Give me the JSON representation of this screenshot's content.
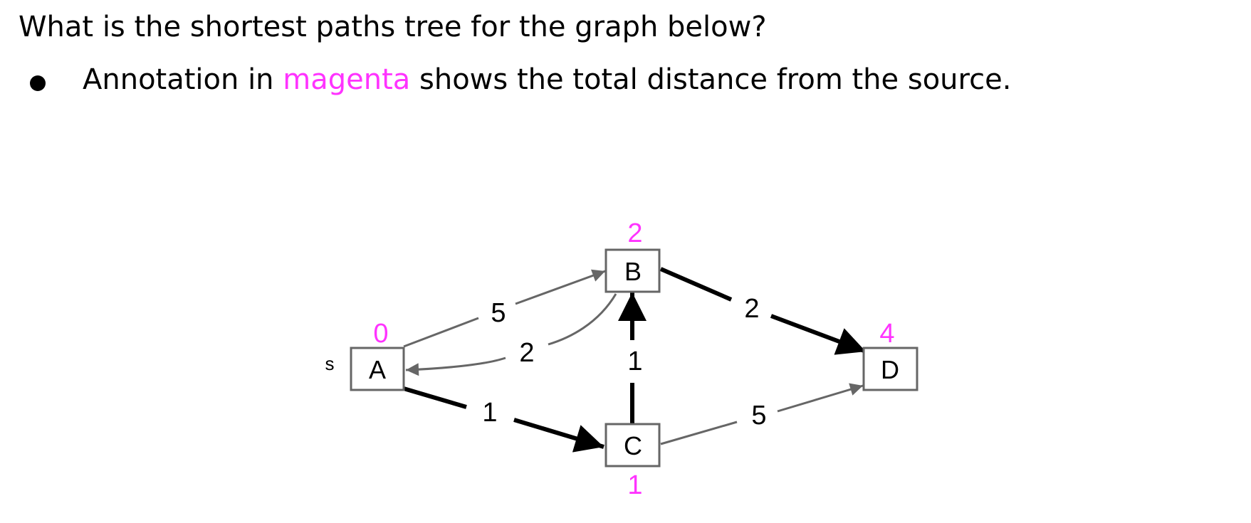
{
  "question": "What is the shortest paths tree for the graph below?",
  "bullet": {
    "before": "Annotation in",
    "highlight": "magenta",
    "after": "shows the total distance from the source."
  },
  "colors": {
    "magenta": "#ff33ff",
    "tree_edge": "#000000",
    "other_edge": "#666666",
    "node_border": "#666666"
  },
  "graph": {
    "source_marker": "s",
    "nodes": {
      "A": {
        "label": "A",
        "distance": "0"
      },
      "B": {
        "label": "B",
        "distance": "2"
      },
      "C": {
        "label": "C",
        "distance": "1"
      },
      "D": {
        "label": "D",
        "distance": "4"
      }
    },
    "edges": {
      "A_B": {
        "from": "A",
        "to": "B",
        "weight": "5",
        "in_tree": false
      },
      "B_A": {
        "from": "B",
        "to": "A",
        "weight": "2",
        "in_tree": false
      },
      "A_C": {
        "from": "A",
        "to": "C",
        "weight": "1",
        "in_tree": true
      },
      "C_B": {
        "from": "C",
        "to": "B",
        "weight": "1",
        "in_tree": true
      },
      "B_D": {
        "from": "B",
        "to": "D",
        "weight": "2",
        "in_tree": true
      },
      "C_D": {
        "from": "C",
        "to": "D",
        "weight": "5",
        "in_tree": false
      }
    }
  }
}
